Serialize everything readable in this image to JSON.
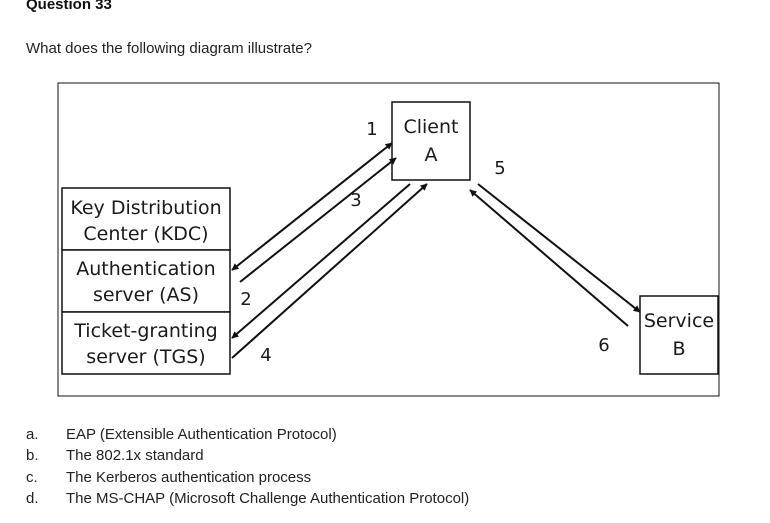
{
  "question": {
    "title": "Question 33",
    "prompt": "What does the following diagram illustrate?"
  },
  "diagram": {
    "kdc": [
      "Key Distribution",
      "Center (KDC)"
    ],
    "as": [
      "Authentication",
      "server (AS)"
    ],
    "tgs": [
      "Ticket-granting",
      "server (TGS)"
    ],
    "client": [
      "Client",
      "A"
    ],
    "service": [
      "Service",
      "B"
    ],
    "arrow_labels": [
      "1",
      "2",
      "3",
      "4",
      "5",
      "6"
    ]
  },
  "options": [
    {
      "letter": "a.",
      "text": "EAP (Extensible Authentication Protocol)"
    },
    {
      "letter": "b.",
      "text": "The 802.1x standard"
    },
    {
      "letter": "c.",
      "text": "The Kerberos authentication process"
    },
    {
      "letter": "d.",
      "text": "The MS-CHAP (Microsoft Challenge Authentication Protocol)"
    }
  ]
}
